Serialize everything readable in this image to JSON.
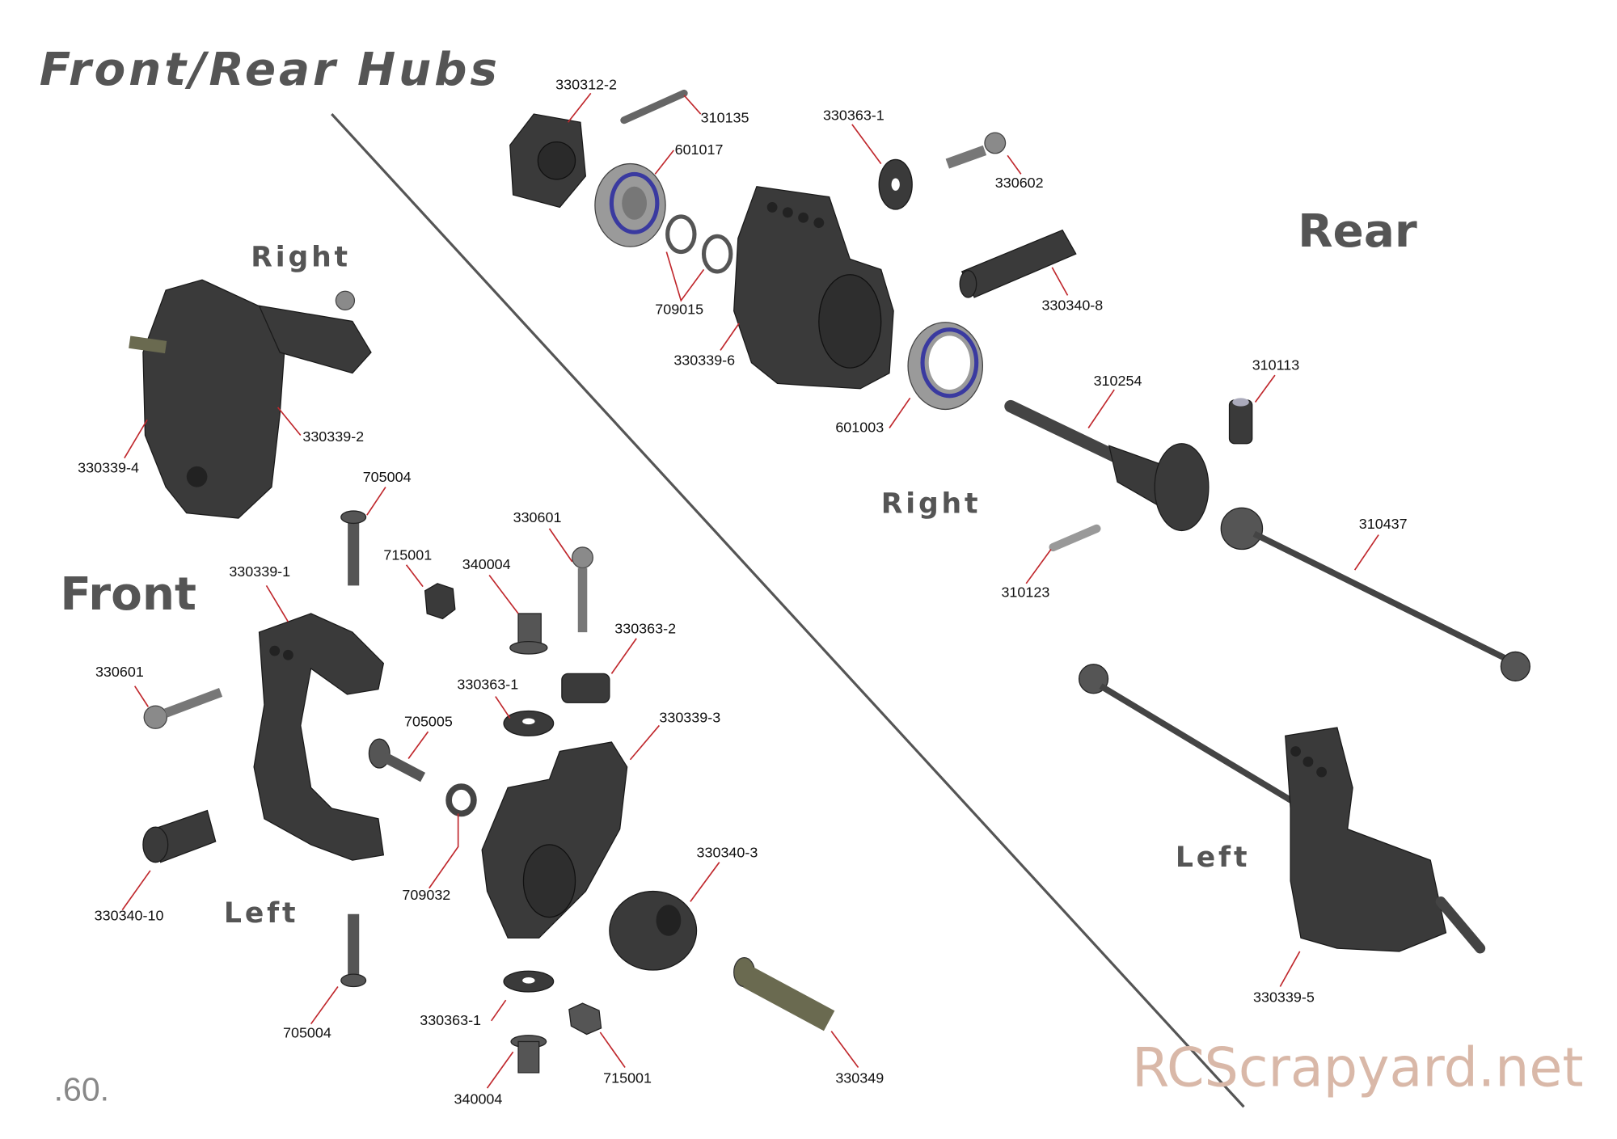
{
  "title": "Front/Rear Hubs",
  "page_number": ".60.",
  "watermark": "RCScrapyard.net",
  "sections": {
    "rear": "Rear",
    "rear_right": "Right",
    "rear_left": "Left",
    "front": "Front",
    "front_right": "Right",
    "front_left": "Left"
  },
  "labels": {
    "p330312_2": "330312-2",
    "p310135": "310135",
    "p601017": "601017",
    "p709015": "709015",
    "p330339_6": "330339-6",
    "p330363_1_rear": "330363-1",
    "p330602": "330602",
    "p330340_8": "330340-8",
    "p601003": "601003",
    "p310254": "310254",
    "p310113": "310113",
    "p310437": "310437",
    "p310123": "310123",
    "p330339_5": "330339-5",
    "p330339_4": "330339-4",
    "p330339_2": "330339-2",
    "p705004_top": "705004",
    "p330601_center": "330601",
    "p715001_top": "715001",
    "p340004_top": "340004",
    "p330339_1": "330339-1",
    "p330601_left": "330601",
    "p330363_2": "330363-2",
    "p330363_1_mid": "330363-1",
    "p705005": "705005",
    "p330339_3": "330339-3",
    "p709032": "709032",
    "p330340_3": "330340-3",
    "p330340_10": "330340-10",
    "p705004_bottom": "705004",
    "p330363_1_bottom": "330363-1",
    "p340004_bottom": "340004",
    "p715001_bottom": "715001",
    "p330349": "330349"
  },
  "colors": {
    "leader": "#c0282d",
    "heading": "#555555",
    "bearing_seal": "#3a3aa0",
    "watermark": "#d9b8a8"
  }
}
